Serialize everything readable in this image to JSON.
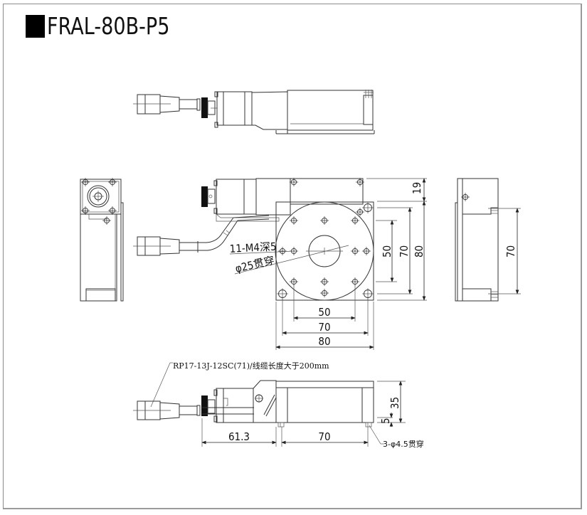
{
  "title": {
    "model": "FRAL-80B-P5"
  },
  "views": {
    "top_view": {
      "name": "top-view"
    },
    "left_view": {
      "name": "left-side-view"
    },
    "front_view": {
      "name": "front-plan-view",
      "callouts": {
        "tapped_holes": "11-M4深5",
        "through_bore": "φ25贯穿"
      },
      "dims_vertical": [
        "19",
        "50",
        "70",
        "80"
      ],
      "dims_horizontal": [
        "50",
        "70",
        "80"
      ]
    },
    "right_view": {
      "name": "right-side-view",
      "dims_vertical": [
        "70"
      ]
    },
    "bottom_view": {
      "name": "bottom-elevation-view",
      "connector_note": "RP17-13J-12SC(71)/线缆长度大于200mm",
      "dims_horizontal": [
        "61.3",
        "70"
      ],
      "dims_vertical": [
        "35",
        "5"
      ],
      "mount_holes_note": "3-φ4.5贯穿"
    }
  },
  "colors": {
    "line": "#333333",
    "frame": "#8a8a8a",
    "background": "#ffffff"
  }
}
